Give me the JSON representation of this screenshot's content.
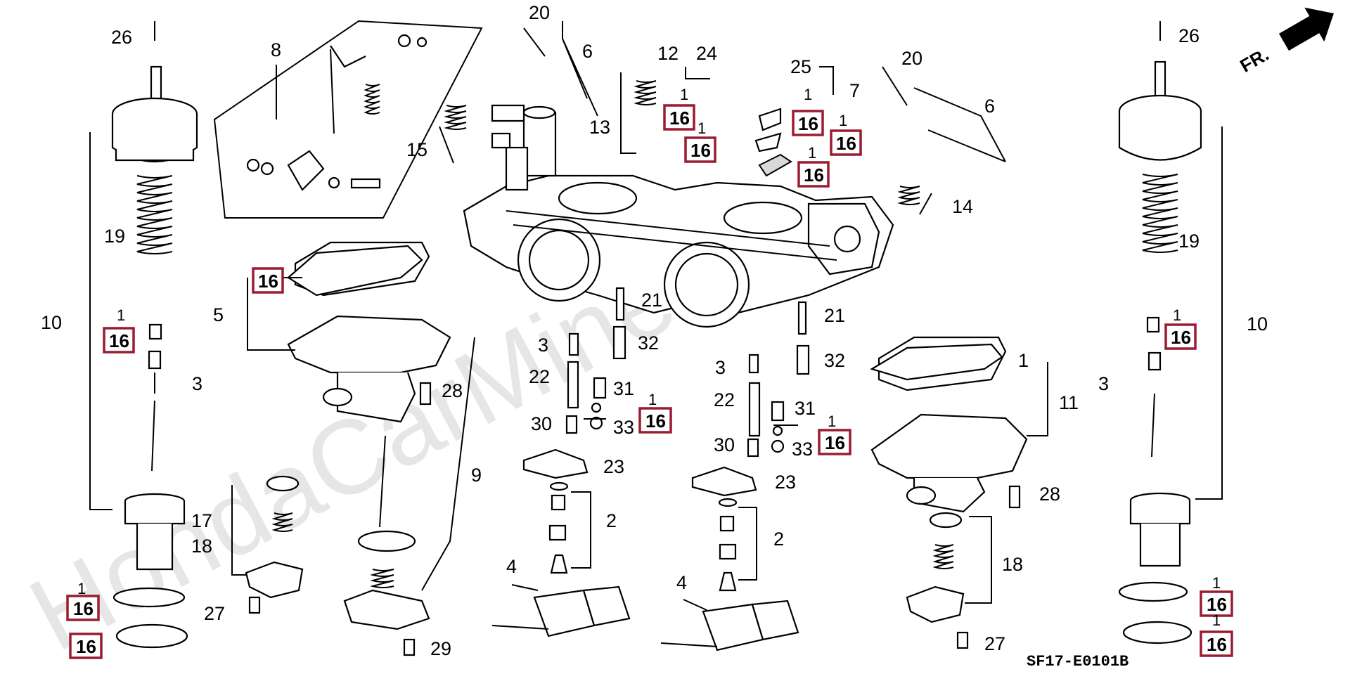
{
  "watermark": "HondaCarMine.ru",
  "diagram_code": "SF17-E0101B",
  "front_marker": "FR.",
  "callouts": {
    "c26a": "26",
    "c26b": "26",
    "c8": "8",
    "c20a": "20",
    "c20b": "20",
    "c6a": "6",
    "c6b": "6",
    "c12": "12",
    "c24": "24",
    "c25": "25",
    "c7": "7",
    "c13": "13",
    "c15": "15",
    "c14": "14",
    "c19a": "19",
    "c19b": "19",
    "c10a": "10",
    "c10b": "10",
    "c5": "5",
    "c3a": "3",
    "c3b": "3",
    "c3c": "3",
    "c3d": "3",
    "c21a": "21",
    "c21b": "21",
    "c32a": "32",
    "c32b": "32",
    "c22a": "22",
    "c22b": "22",
    "c31a": "31",
    "c31b": "31",
    "c30a": "30",
    "c30b": "30",
    "c33a": "33",
    "c33b": "33",
    "c28a": "28",
    "c28b": "28",
    "c9": "9",
    "c11": "11",
    "c1a": "1",
    "c23a": "23",
    "c23b": "23",
    "c2a": "2",
    "c2b": "2",
    "c17": "17",
    "c18a": "18",
    "c18b": "18",
    "c27a": "27",
    "c27b": "27",
    "c4a": "4",
    "c4b": "4",
    "c29": "29"
  },
  "highlighted_parts": [
    {
      "qty": "1",
      "label": "16"
    },
    {
      "qty": "1",
      "label": "16"
    },
    {
      "qty": "1",
      "label": "16"
    },
    {
      "qty": "1",
      "label": "16"
    },
    {
      "qty": "1",
      "label": "16"
    },
    {
      "qty": "",
      "label": "16"
    },
    {
      "qty": "1",
      "label": "16"
    },
    {
      "qty": "1",
      "label": "16"
    },
    {
      "qty": "1",
      "label": "16"
    },
    {
      "qty": "1",
      "label": "16"
    },
    {
      "qty": "1",
      "label": "16"
    },
    {
      "qty": "",
      "label": "16"
    },
    {
      "qty": "1",
      "label": "16"
    },
    {
      "qty": "1",
      "label": "16"
    }
  ],
  "colors": {
    "highlight_border": "#9b1c31",
    "watermark": "#e6e6e6",
    "line": "#000000"
  }
}
